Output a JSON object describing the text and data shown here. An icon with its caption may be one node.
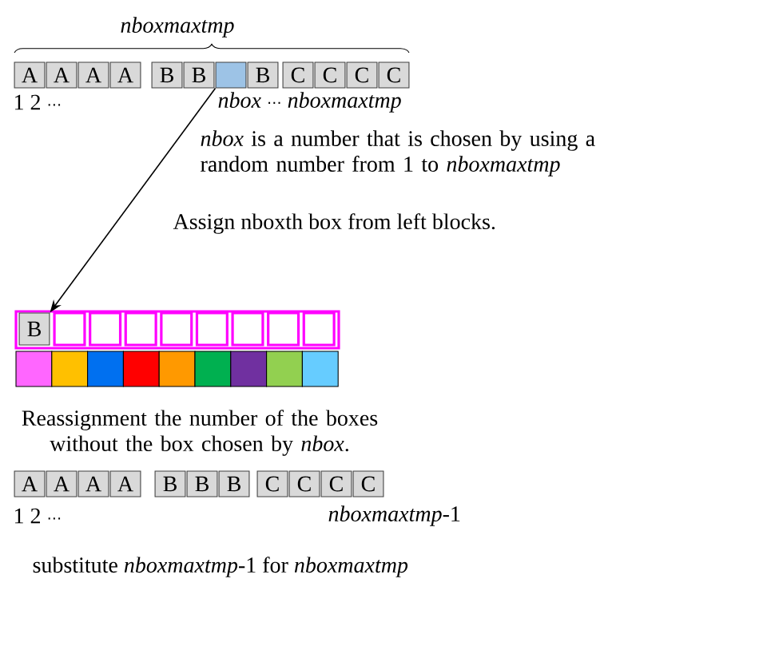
{
  "diagram": {
    "nodes": [
      {
        "text": [
          "A"
        ]
      },
      {
        "text": [
          "A"
        ]
      },
      {
        "text": [
          "A"
        ]
      },
      {
        "text": [
          "A"
        ]
      },
      {
        "text": [
          "B"
        ]
      },
      {
        "text": [
          "B"
        ]
      },
      {
        "text": [],
        "shape": "box"
      },
      {
        "text": [
          "B"
        ]
      },
      {
        "text": [
          "C"
        ]
      },
      {
        "text": [
          "C"
        ]
      },
      {
        "text": [
          "C"
        ]
      },
      {
        "text": [
          "C"
        ]
      },
      {
        "text": [
          "B"
        ]
      },
      {
        "text": [],
        "shape": "box"
      },
      {
        "text": [],
        "shape": "box"
      },
      {
        "text": [],
        "shape": "box"
      },
      {
        "text": [],
        "shape": "box"
      },
      {
        "text": [],
        "shape": "box"
      },
      {
        "text": [],
        "shape": "box"
      },
      {
        "text": [],
        "shape": "box"
      },
      {
        "text": [],
        "shape": "box"
      },
      {
        "text": [
          "A"
        ]
      },
      {
        "text": [
          "A"
        ]
      },
      {
        "text": [
          "A"
        ]
      },
      {
        "text": [
          "A"
        ]
      },
      {
        "text": [
          "B"
        ]
      },
      {
        "text": [
          "B"
        ]
      },
      {
        "text": [
          "B"
        ]
      },
      {
        "text": [
          "C"
        ]
      },
      {
        "text": [
          "C"
        ]
      },
      {
        "text": [
          "C"
        ]
      },
      {
        "text": [
          "C"
        ]
      }
    ],
    "edges": [
      {
        "from": 6,
        "to": 12,
        "arrow": "to"
      }
    ],
    "labels": [
      "nboxmaxtmp",
      "1 2 ⋯",
      "*nbox* ⋯ *nboxmaxtmp*",
      "*nbox* is a number that is chosen by using a random number from 1 to *nboxmaxtmp*",
      "Assign nboxth box from left blocks.",
      "Reassignment the number of the boxes without the box chosen by *nbox*.",
      "1 2 ⋯",
      "*nboxmaxtmp*-1",
      "substitute *nboxmaxtmp*-1 for *nboxmaxtmp*"
    ]
  }
}
